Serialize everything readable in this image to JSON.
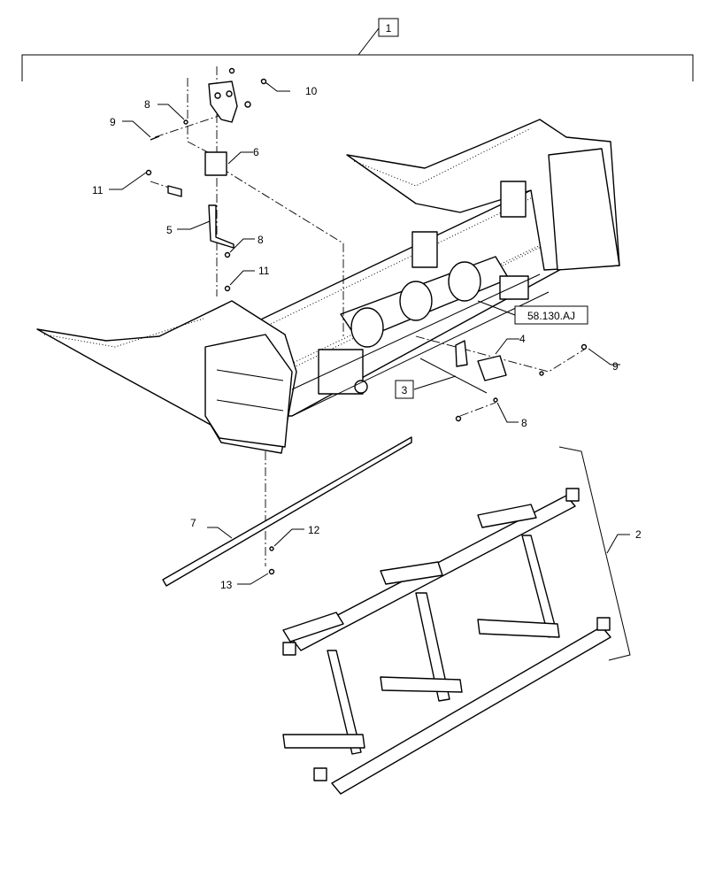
{
  "diagram": {
    "assembly_ref": "1",
    "section_ref": "58.130.AJ",
    "subassembly_ref": "3",
    "callouts": {
      "c2": "2",
      "c4": "4",
      "c5": "5",
      "c6": "6",
      "c7": "7",
      "c8a": "8",
      "c8b": "8",
      "c8c": "8",
      "c9a": "9",
      "c9b": "9",
      "c10": "10",
      "c11a": "11",
      "c11b": "11",
      "c12": "12",
      "c13": "13"
    }
  }
}
